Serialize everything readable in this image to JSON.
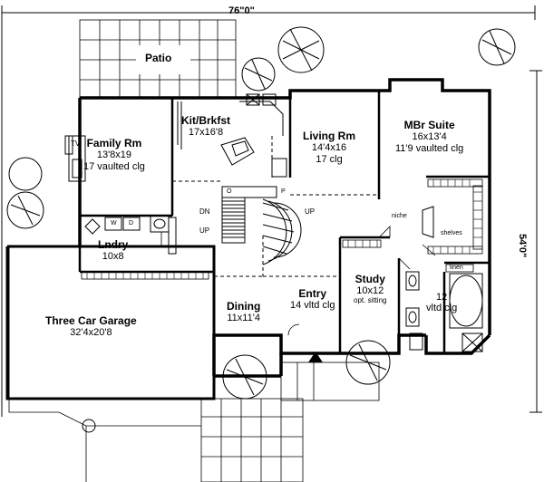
{
  "dimensions": {
    "width": "76\"0\"",
    "depth": "54'0\""
  },
  "rooms": {
    "patio": {
      "name": "Patio"
    },
    "kitchen": {
      "name": "Kit/Brkfst",
      "size": "17x16'8"
    },
    "family": {
      "name": "Family Rm",
      "size": "13'8x19",
      "note": "17 vaulted clg"
    },
    "living": {
      "name": "Living Rm",
      "size": "14'4x16",
      "note": "17 clg"
    },
    "mbr": {
      "name": "MBr Suite",
      "size": "16x13'4",
      "note": "11'9 vaulted clg"
    },
    "laundry": {
      "name": "Lndry",
      "size": "10x8"
    },
    "garage": {
      "name": "Three Car Garage",
      "size": "32'4x20'8"
    },
    "dining": {
      "name": "Dining",
      "size": "11x11'4"
    },
    "entry": {
      "name": "Entry",
      "size": "14 vltd clg"
    },
    "study": {
      "name": "Study",
      "size": "10x12",
      "note": "opt. sitting"
    },
    "bath": {
      "size": "12",
      "note": "vltd clg"
    }
  },
  "fixtures": {
    "tv": "TV",
    "washer": "W",
    "dryer": "D",
    "stair_dn": "DN",
    "stair_up_left": "UP",
    "stair_up_right": "UP",
    "o_label": "O",
    "p_label": "P",
    "niche": "niche",
    "shelves": "shelves",
    "linen": "linen"
  }
}
